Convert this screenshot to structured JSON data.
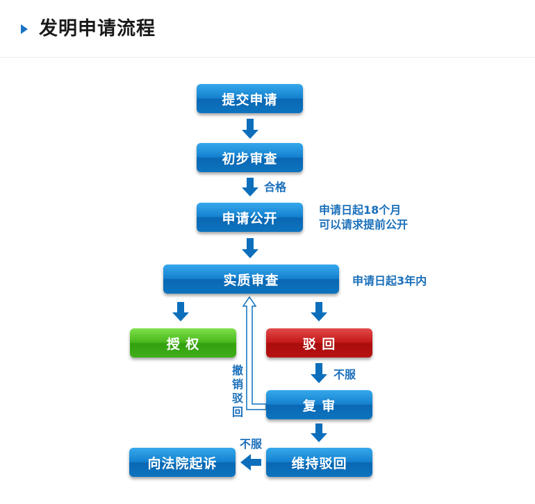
{
  "header": {
    "title": "发明申请流程"
  },
  "nodes": {
    "submit": "提交申请",
    "preliminary": "初步审查",
    "publish": "申请公开",
    "substantive": "实质审查",
    "grant": "授 权",
    "reject": "驳 回",
    "reexam": "复 审",
    "uphold": "维持驳回",
    "lawsuit": "向法院起诉"
  },
  "labels": {
    "qualified": "合格",
    "publish_note_line1": "申请日起18个月",
    "publish_note_line2": "可以请求提前公开",
    "substantive_note": "申请日起3年内",
    "not_accept_1": "不服",
    "revoke_1": "撤",
    "revoke_2": "销",
    "revoke_3": "驳",
    "revoke_4": "回",
    "not_accept_2": "不服"
  },
  "colors": {
    "blue": "#1581cf",
    "green": "#48b81c",
    "red": "#c41818",
    "note": "#1a6fba"
  }
}
